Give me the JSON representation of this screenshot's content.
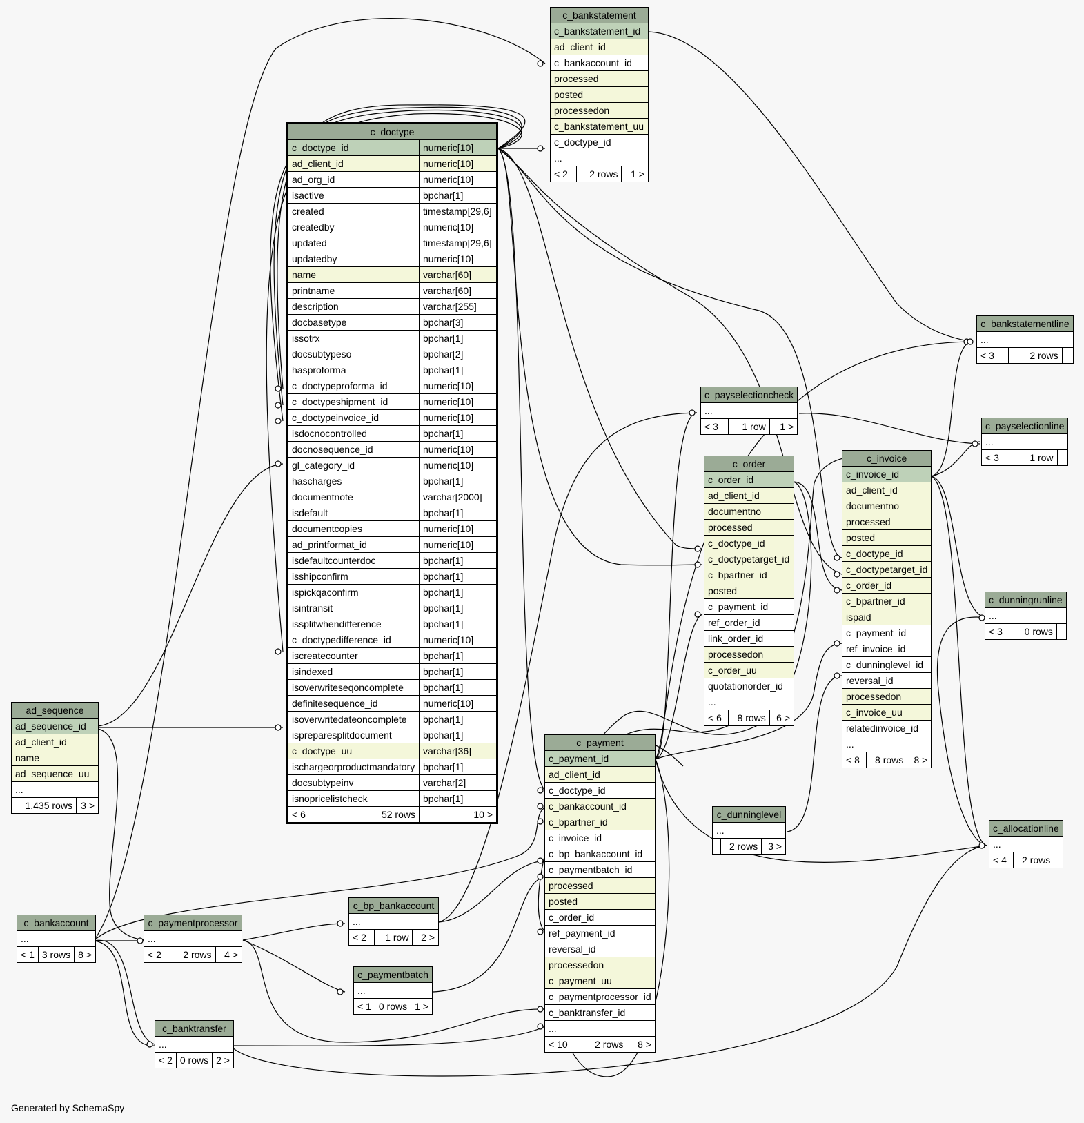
{
  "footer": "Generated by SchemaSpy",
  "tables": {
    "c_bankstatement": {
      "title": "c_bankstatement",
      "columns": [
        {
          "name": "c_bankstatement_id",
          "kind": "pk"
        },
        {
          "name": "ad_client_id",
          "kind": "idx"
        },
        {
          "name": "c_bankaccount_id",
          "kind": "plain"
        },
        {
          "name": "processed",
          "kind": "idx"
        },
        {
          "name": "posted",
          "kind": "idx"
        },
        {
          "name": "processedon",
          "kind": "idx"
        },
        {
          "name": "c_bankstatement_uu",
          "kind": "idx"
        },
        {
          "name": "c_doctype_id",
          "kind": "plain"
        },
        {
          "name": "...",
          "kind": "plain"
        }
      ],
      "foot": [
        "< 2",
        "2 rows",
        "1 >"
      ]
    },
    "c_doctype": {
      "title": "c_doctype",
      "columns": [
        {
          "name": "c_doctype_id",
          "type": "numeric[10]",
          "kind": "pk"
        },
        {
          "name": "ad_client_id",
          "type": "numeric[10]",
          "kind": "idx"
        },
        {
          "name": "ad_org_id",
          "type": "numeric[10]",
          "kind": "plain"
        },
        {
          "name": "isactive",
          "type": "bpchar[1]",
          "kind": "plain"
        },
        {
          "name": "created",
          "type": "timestamp[29,6]",
          "kind": "plain"
        },
        {
          "name": "createdby",
          "type": "numeric[10]",
          "kind": "plain"
        },
        {
          "name": "updated",
          "type": "timestamp[29,6]",
          "kind": "plain"
        },
        {
          "name": "updatedby",
          "type": "numeric[10]",
          "kind": "plain"
        },
        {
          "name": "name",
          "type": "varchar[60]",
          "kind": "idx"
        },
        {
          "name": "printname",
          "type": "varchar[60]",
          "kind": "plain"
        },
        {
          "name": "description",
          "type": "varchar[255]",
          "kind": "plain"
        },
        {
          "name": "docbasetype",
          "type": "bpchar[3]",
          "kind": "plain"
        },
        {
          "name": "issotrx",
          "type": "bpchar[1]",
          "kind": "plain"
        },
        {
          "name": "docsubtypeso",
          "type": "bpchar[2]",
          "kind": "plain"
        },
        {
          "name": "hasproforma",
          "type": "bpchar[1]",
          "kind": "plain"
        },
        {
          "name": "c_doctypeproforma_id",
          "type": "numeric[10]",
          "kind": "plain"
        },
        {
          "name": "c_doctypeshipment_id",
          "type": "numeric[10]",
          "kind": "plain"
        },
        {
          "name": "c_doctypeinvoice_id",
          "type": "numeric[10]",
          "kind": "plain"
        },
        {
          "name": "isdocnocontrolled",
          "type": "bpchar[1]",
          "kind": "plain"
        },
        {
          "name": "docnosequence_id",
          "type": "numeric[10]",
          "kind": "plain"
        },
        {
          "name": "gl_category_id",
          "type": "numeric[10]",
          "kind": "plain"
        },
        {
          "name": "hascharges",
          "type": "bpchar[1]",
          "kind": "plain"
        },
        {
          "name": "documentnote",
          "type": "varchar[2000]",
          "kind": "plain"
        },
        {
          "name": "isdefault",
          "type": "bpchar[1]",
          "kind": "plain"
        },
        {
          "name": "documentcopies",
          "type": "numeric[10]",
          "kind": "plain"
        },
        {
          "name": "ad_printformat_id",
          "type": "numeric[10]",
          "kind": "plain"
        },
        {
          "name": "isdefaultcounterdoc",
          "type": "bpchar[1]",
          "kind": "plain"
        },
        {
          "name": "isshipconfirm",
          "type": "bpchar[1]",
          "kind": "plain"
        },
        {
          "name": "ispickqaconfirm",
          "type": "bpchar[1]",
          "kind": "plain"
        },
        {
          "name": "isintransit",
          "type": "bpchar[1]",
          "kind": "plain"
        },
        {
          "name": "issplitwhendifference",
          "type": "bpchar[1]",
          "kind": "plain"
        },
        {
          "name": "c_doctypedifference_id",
          "type": "numeric[10]",
          "kind": "plain"
        },
        {
          "name": "iscreatecounter",
          "type": "bpchar[1]",
          "kind": "plain"
        },
        {
          "name": "isindexed",
          "type": "bpchar[1]",
          "kind": "plain"
        },
        {
          "name": "isoverwriteseqoncomplete",
          "type": "bpchar[1]",
          "kind": "plain"
        },
        {
          "name": "definitesequence_id",
          "type": "numeric[10]",
          "kind": "plain"
        },
        {
          "name": "isoverwritedateoncomplete",
          "type": "bpchar[1]",
          "kind": "plain"
        },
        {
          "name": "ispreparesplitdocument",
          "type": "bpchar[1]",
          "kind": "plain"
        },
        {
          "name": "c_doctype_uu",
          "type": "varchar[36]",
          "kind": "idx"
        },
        {
          "name": "ischargeorproductmandatory",
          "type": "bpchar[1]",
          "kind": "plain"
        },
        {
          "name": "docsubtypeinv",
          "type": "varchar[2]",
          "kind": "plain"
        },
        {
          "name": "isnopricelistcheck",
          "type": "bpchar[1]",
          "kind": "plain"
        }
      ],
      "foot": [
        "< 6",
        "52 rows",
        "10 >"
      ]
    },
    "c_bankstatementline": {
      "title": "c_bankstatementline",
      "columns": [
        {
          "name": "...",
          "kind": "plain"
        }
      ],
      "foot": [
        "< 3",
        "2 rows",
        ""
      ]
    },
    "c_payselectioncheck": {
      "title": "c_payselectioncheck",
      "columns": [
        {
          "name": "...",
          "kind": "plain"
        }
      ],
      "foot": [
        "< 3",
        "1 row",
        "1 >"
      ]
    },
    "c_payselectionline": {
      "title": "c_payselectionline",
      "columns": [
        {
          "name": "...",
          "kind": "plain"
        }
      ],
      "foot": [
        "< 3",
        "1 row",
        ""
      ]
    },
    "c_order": {
      "title": "c_order",
      "columns": [
        {
          "name": "c_order_id",
          "kind": "pk"
        },
        {
          "name": "ad_client_id",
          "kind": "idx"
        },
        {
          "name": "documentno",
          "kind": "idx"
        },
        {
          "name": "processed",
          "kind": "idx"
        },
        {
          "name": "c_doctype_id",
          "kind": "idx"
        },
        {
          "name": "c_doctypetarget_id",
          "kind": "idx"
        },
        {
          "name": "c_bpartner_id",
          "kind": "idx"
        },
        {
          "name": "posted",
          "kind": "idx"
        },
        {
          "name": "c_payment_id",
          "kind": "plain"
        },
        {
          "name": "ref_order_id",
          "kind": "plain"
        },
        {
          "name": "link_order_id",
          "kind": "plain"
        },
        {
          "name": "processedon",
          "kind": "idx"
        },
        {
          "name": "c_order_uu",
          "kind": "idx"
        },
        {
          "name": "quotationorder_id",
          "kind": "plain"
        },
        {
          "name": "...",
          "kind": "plain"
        }
      ],
      "foot": [
        "< 6",
        "8 rows",
        "6 >"
      ]
    },
    "c_invoice": {
      "title": "c_invoice",
      "columns": [
        {
          "name": "c_invoice_id",
          "kind": "pk"
        },
        {
          "name": "ad_client_id",
          "kind": "idx"
        },
        {
          "name": "documentno",
          "kind": "idx"
        },
        {
          "name": "processed",
          "kind": "idx"
        },
        {
          "name": "posted",
          "kind": "idx"
        },
        {
          "name": "c_doctype_id",
          "kind": "idx"
        },
        {
          "name": "c_doctypetarget_id",
          "kind": "idx"
        },
        {
          "name": "c_order_id",
          "kind": "idx"
        },
        {
          "name": "c_bpartner_id",
          "kind": "idx"
        },
        {
          "name": "ispaid",
          "kind": "idx"
        },
        {
          "name": "c_payment_id",
          "kind": "plain"
        },
        {
          "name": "ref_invoice_id",
          "kind": "plain"
        },
        {
          "name": "c_dunninglevel_id",
          "kind": "plain"
        },
        {
          "name": "reversal_id",
          "kind": "plain"
        },
        {
          "name": "processedon",
          "kind": "idx"
        },
        {
          "name": "c_invoice_uu",
          "kind": "idx"
        },
        {
          "name": "relatedinvoice_id",
          "kind": "plain"
        },
        {
          "name": "...",
          "kind": "plain"
        }
      ],
      "foot": [
        "< 8",
        "8 rows",
        "8 >"
      ]
    },
    "c_dunningrunline": {
      "title": "c_dunningrunline",
      "columns": [
        {
          "name": "...",
          "kind": "plain"
        }
      ],
      "foot": [
        "< 3",
        "0 rows",
        ""
      ]
    },
    "ad_sequence": {
      "title": "ad_sequence",
      "columns": [
        {
          "name": "ad_sequence_id",
          "kind": "pk"
        },
        {
          "name": "ad_client_id",
          "kind": "idx"
        },
        {
          "name": "name",
          "kind": "idx"
        },
        {
          "name": "ad_sequence_uu",
          "kind": "idx"
        },
        {
          "name": "...",
          "kind": "plain"
        }
      ],
      "foot": [
        "",
        "1.435 rows",
        "3 >"
      ]
    },
    "c_payment": {
      "title": "c_payment",
      "columns": [
        {
          "name": "c_payment_id",
          "kind": "pk"
        },
        {
          "name": "ad_client_id",
          "kind": "idx"
        },
        {
          "name": "c_doctype_id",
          "kind": "plain"
        },
        {
          "name": "c_bankaccount_id",
          "kind": "idx"
        },
        {
          "name": "c_bpartner_id",
          "kind": "idx"
        },
        {
          "name": "c_invoice_id",
          "kind": "plain"
        },
        {
          "name": "c_bp_bankaccount_id",
          "kind": "plain"
        },
        {
          "name": "c_paymentbatch_id",
          "kind": "plain"
        },
        {
          "name": "processed",
          "kind": "idx"
        },
        {
          "name": "posted",
          "kind": "idx"
        },
        {
          "name": "c_order_id",
          "kind": "plain"
        },
        {
          "name": "ref_payment_id",
          "kind": "plain"
        },
        {
          "name": "reversal_id",
          "kind": "plain"
        },
        {
          "name": "processedon",
          "kind": "idx"
        },
        {
          "name": "c_payment_uu",
          "kind": "idx"
        },
        {
          "name": "c_paymentprocessor_id",
          "kind": "plain"
        },
        {
          "name": "c_banktransfer_id",
          "kind": "plain"
        },
        {
          "name": "...",
          "kind": "plain"
        }
      ],
      "foot": [
        "< 10",
        "2 rows",
        "8 >"
      ]
    },
    "c_dunninglevel": {
      "title": "c_dunninglevel",
      "columns": [
        {
          "name": "...",
          "kind": "plain"
        }
      ],
      "foot": [
        "",
        "2 rows",
        "3 >"
      ]
    },
    "c_allocationline": {
      "title": "c_allocationline",
      "columns": [
        {
          "name": "...",
          "kind": "plain"
        }
      ],
      "foot": [
        "< 4",
        "2 rows",
        ""
      ]
    },
    "c_bankaccount": {
      "title": "c_bankaccount",
      "columns": [
        {
          "name": "...",
          "kind": "plain"
        }
      ],
      "foot": [
        "< 1",
        "3 rows",
        "8 >"
      ]
    },
    "c_paymentprocessor": {
      "title": "c_paymentprocessor",
      "columns": [
        {
          "name": "...",
          "kind": "plain"
        }
      ],
      "foot": [
        "< 2",
        "2 rows",
        "4 >"
      ]
    },
    "c_bp_bankaccount": {
      "title": "c_bp_bankaccount",
      "columns": [
        {
          "name": "...",
          "kind": "plain"
        }
      ],
      "foot": [
        "< 2",
        "1 row",
        "2 >"
      ]
    },
    "c_paymentbatch": {
      "title": "c_paymentbatch",
      "columns": [
        {
          "name": "...",
          "kind": "plain"
        }
      ],
      "foot": [
        "< 1",
        "0 rows",
        "1 >"
      ]
    },
    "c_banktransfer": {
      "title": "c_banktransfer",
      "columns": [
        {
          "name": "...",
          "kind": "plain"
        }
      ],
      "foot": [
        "< 2",
        "0 rows",
        "2 >"
      ]
    }
  }
}
